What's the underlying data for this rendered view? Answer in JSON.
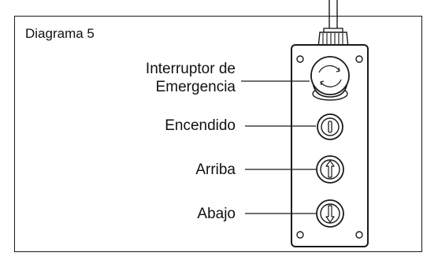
{
  "figure": {
    "title": "Diagrama 5"
  },
  "labels": {
    "emergency_line1": "Interruptor de",
    "emergency_line2": "Emergencia",
    "power": "Encendido",
    "up": "Arriba",
    "down": "Abajo"
  }
}
